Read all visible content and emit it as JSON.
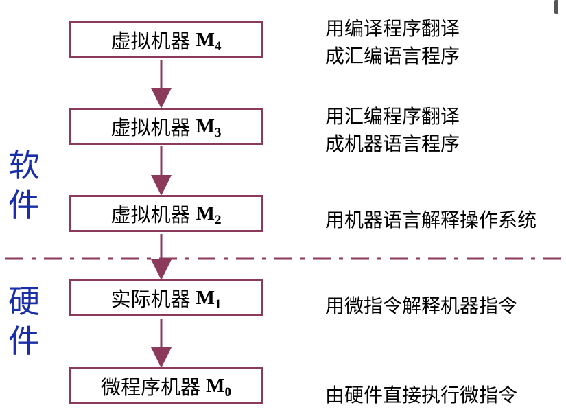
{
  "levels": [
    {
      "name": "虚拟机器",
      "m": "M",
      "sub": "4",
      "desc": [
        "用编译程序翻译",
        "成汇编语言程序"
      ]
    },
    {
      "name": "虚拟机器",
      "m": "M",
      "sub": "3",
      "desc": [
        "用汇编程序翻译",
        "成机器语言程序"
      ]
    },
    {
      "name": "虚拟机器",
      "m": "M",
      "sub": "2",
      "desc": [
        "用机器语言解释操作系统"
      ]
    },
    {
      "name": "实际机器",
      "m": "M",
      "sub": "1",
      "desc": [
        "用微指令解释机器指令"
      ]
    },
    {
      "name": "微程序机器",
      "m": "M",
      "sub": "0",
      "desc": [
        "由硬件直接执行微指令"
      ]
    }
  ],
  "software_label": [
    "软",
    "件"
  ],
  "hardware_label": [
    "硬",
    "件"
  ],
  "colors": {
    "box_border": "#8b3a5c",
    "arrow": "#8b3a5c",
    "side_text": "#1a2ea8",
    "divider": "#8b3a5c"
  }
}
